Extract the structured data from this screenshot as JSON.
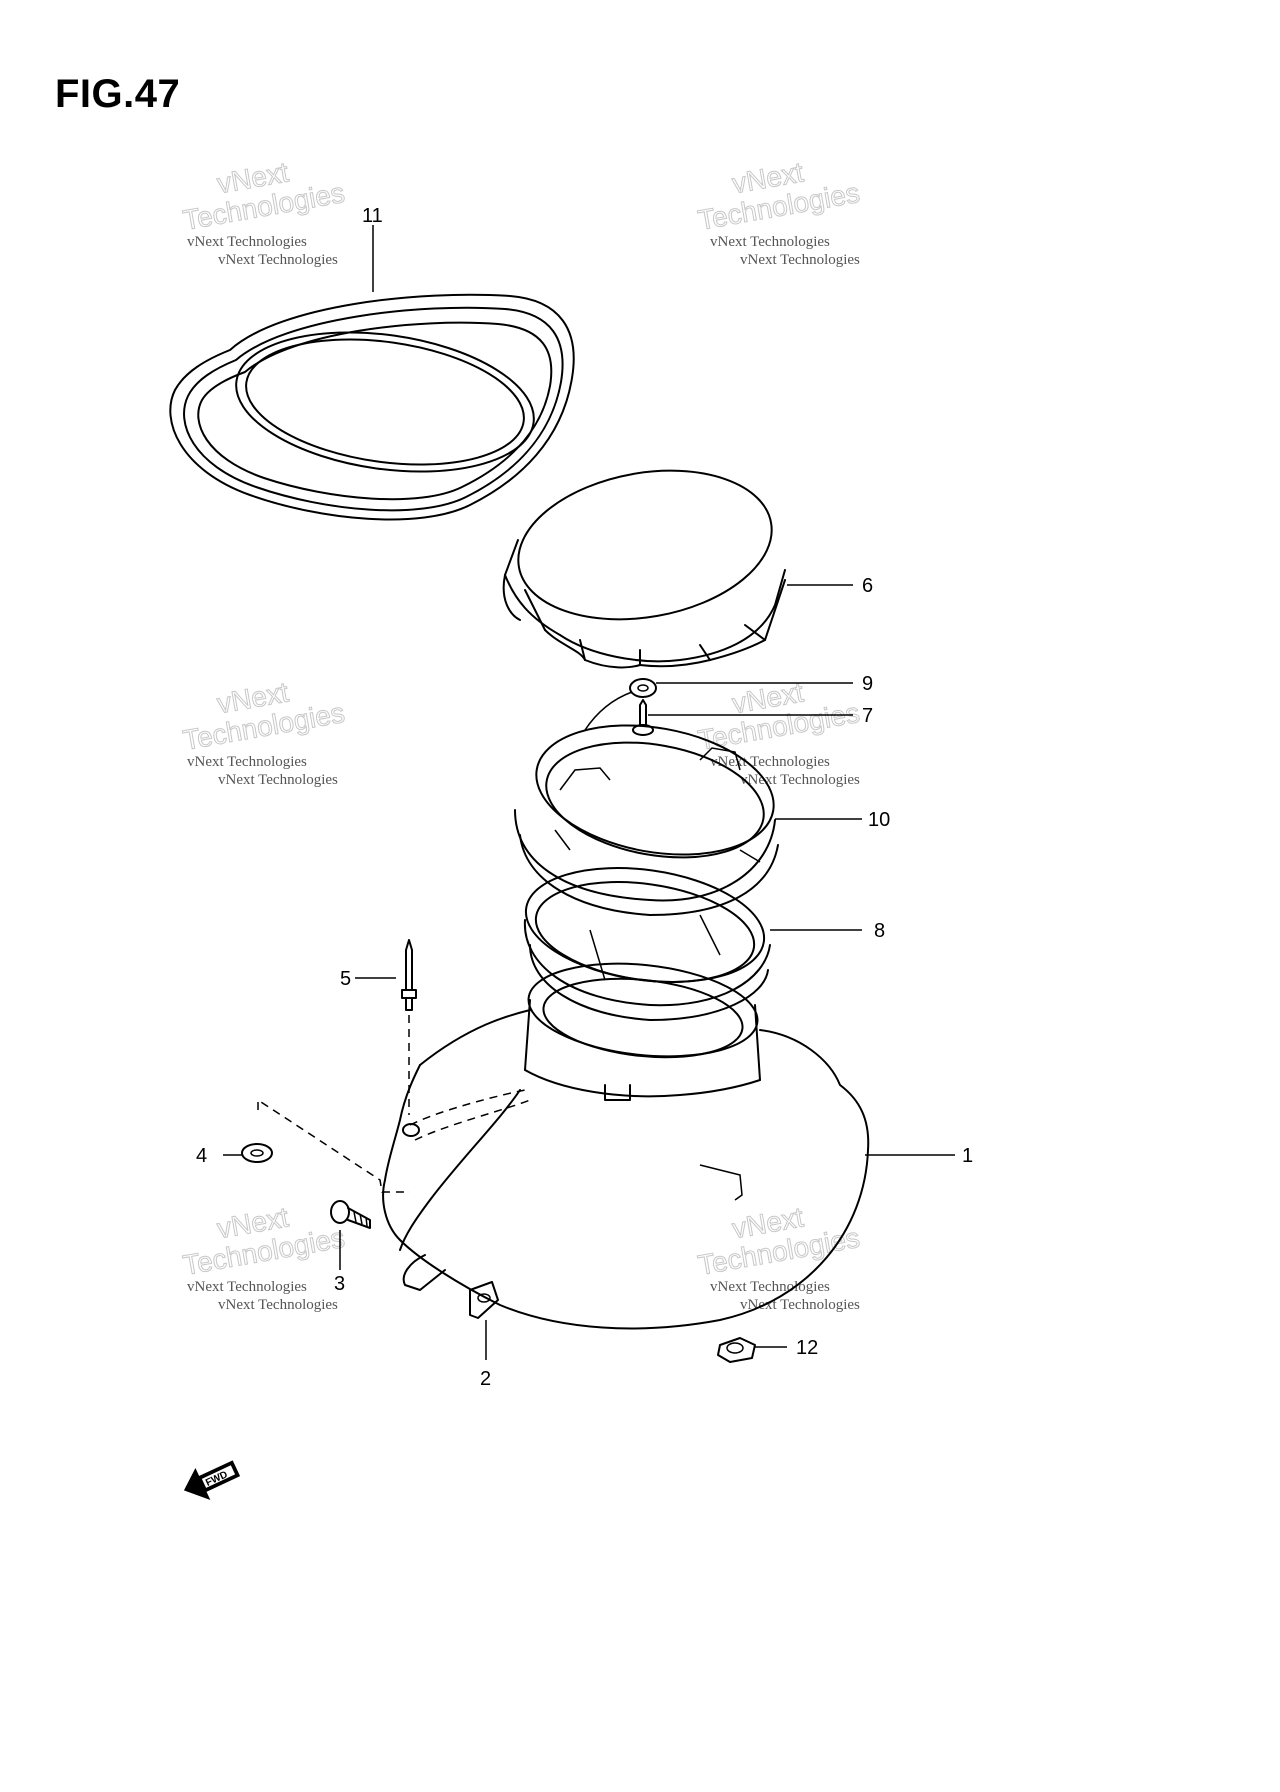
{
  "figure": {
    "title": "FIG.47"
  },
  "callouts": {
    "c1": "1",
    "c2": "2",
    "c3": "3",
    "c4": "4",
    "c5": "5",
    "c6": "6",
    "c7": "7",
    "c8": "8",
    "c9": "9",
    "c10": "10",
    "c11": "11",
    "c12": "12"
  },
  "watermark": {
    "line1": "vNext Technologies",
    "line2": "Technologies",
    "line3": "vNext"
  },
  "fwd_label": "FWD"
}
